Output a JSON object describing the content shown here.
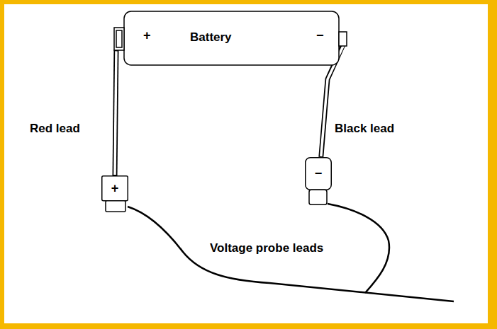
{
  "diagram": {
    "nodes": [
      {
        "text": [
          "+",
          "Battery",
          "−"
        ]
      },
      {
        "text": [
          "+"
        ]
      },
      {
        "text": [
          "−"
        ]
      }
    ],
    "edges": [
      {
        "from": 0,
        "to": 1,
        "arrow": "none"
      },
      {
        "from": 0,
        "to": 2,
        "arrow": "none"
      }
    ],
    "labels": [
      "Red lead",
      "Black lead",
      "Voltage probe leads"
    ]
  }
}
